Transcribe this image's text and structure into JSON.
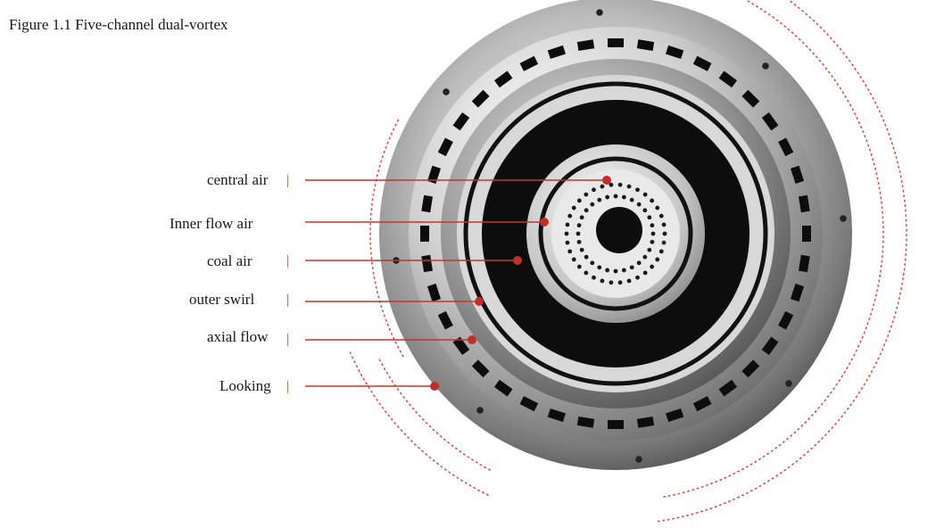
{
  "figure": {
    "caption": "Figure 1.1 Five-channel dual-vortex"
  },
  "callouts": [
    {
      "id": "central-air",
      "label": "central air"
    },
    {
      "id": "inner-flow-air",
      "label": "Inner flow air"
    },
    {
      "id": "coal-air",
      "label": "coal air"
    },
    {
      "id": "outer-swirl",
      "label": "outer swirl"
    },
    {
      "id": "axial-flow",
      "label": "axial flow"
    },
    {
      "id": "looking",
      "label": "Looking"
    }
  ],
  "colors": {
    "callout_line": "#c0392b",
    "callout_dot": "#c0302b",
    "dotted_arc": "#d9534f",
    "metal_light": "#e6e6e6",
    "metal_dark": "#6e6e6e",
    "channel_black": "#0d0d0d"
  }
}
